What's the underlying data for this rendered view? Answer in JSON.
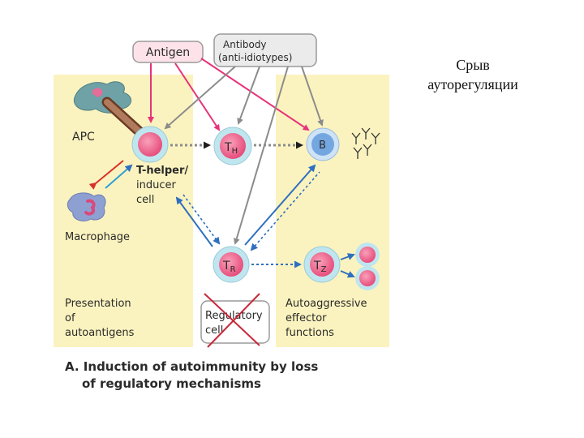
{
  "side_title": {
    "line1": "Срыв",
    "line2": "ауторегуляции"
  },
  "diagram": {
    "antigen_label": "Antigen",
    "antibody_line1": "Antibody",
    "antibody_line2": "(anti-idiotypes)",
    "apc_label": "APC",
    "t_helper_line1": "T-helper/",
    "t_helper_line2": "inducer",
    "t_helper_line3": "cell",
    "macrophage_label": "Macrophage",
    "th_main": "T",
    "th_sub": "H",
    "b_label": "B",
    "tr_main": "T",
    "tr_sub": "R",
    "tz_main": "T",
    "tz_sub": "Z",
    "presentation_line1": "Presentation",
    "presentation_line2": "of",
    "presentation_line3": "autoantigens",
    "regulatory_line1": "Regulatory",
    "regulatory_line2": "cell",
    "autoaggressive_line1": "Autoaggressive",
    "autoaggressive_line2": "effector",
    "autoaggressive_line3": "functions",
    "caption_line1": "A. Induction of autoimmunity by loss",
    "caption_line2": "of regulatory mechanisms"
  },
  "colors": {
    "panel": "#fbf3bf",
    "cell_pink": "#ee5d87",
    "cell_ring": "#bfe6ef",
    "b_cell": "#74a7e0",
    "arrow_pink": "#e8327a",
    "arrow_gray": "#8c8c8c",
    "arrow_blue": "#2f6fbf",
    "arrow_red": "#d9322b",
    "cross_red": "#c8283a"
  }
}
